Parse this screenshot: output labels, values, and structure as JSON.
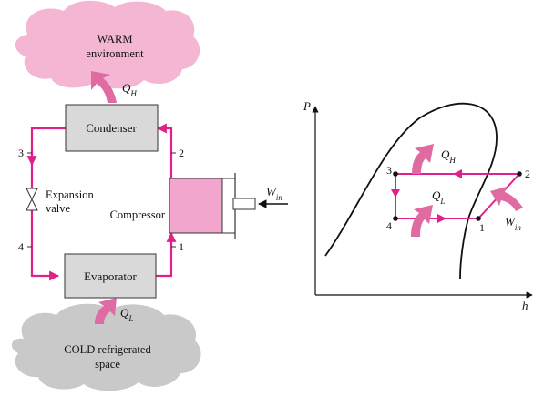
{
  "colors": {
    "cycle": "#e0218a",
    "arrow_fill": "#e06aa2",
    "warm_cloud": "#f4b6d2",
    "cold_cloud": "#c9c9c9",
    "component": "#d9d9d9",
    "compressor": "#f3a6cd",
    "line": "#111111"
  },
  "schematic": {
    "warm": {
      "line1": "WARM",
      "line2": "environment"
    },
    "cold": {
      "line1": "COLD refrigerated",
      "line2": "space"
    },
    "condenser": "Condenser",
    "evaporator": "Evaporator",
    "compressor": "Compressor",
    "valve": {
      "line1": "Expansion",
      "line2": "valve"
    },
    "qh": {
      "main": "Q",
      "sub": "H"
    },
    "ql": {
      "main": "Q",
      "sub": "L"
    },
    "win": {
      "main": "W",
      "sub": "in"
    },
    "states": {
      "s1": "1",
      "s2": "2",
      "s3": "3",
      "s4": "4"
    }
  },
  "ph_diagram": {
    "y_axis": "P",
    "x_axis": "h",
    "qh": {
      "main": "Q",
      "sub": "H"
    },
    "ql": {
      "main": "Q",
      "sub": "L"
    },
    "win": {
      "main": "W",
      "sub": "in"
    },
    "states": {
      "s1": "1",
      "s2": "2",
      "s3": "3",
      "s4": "4"
    }
  }
}
